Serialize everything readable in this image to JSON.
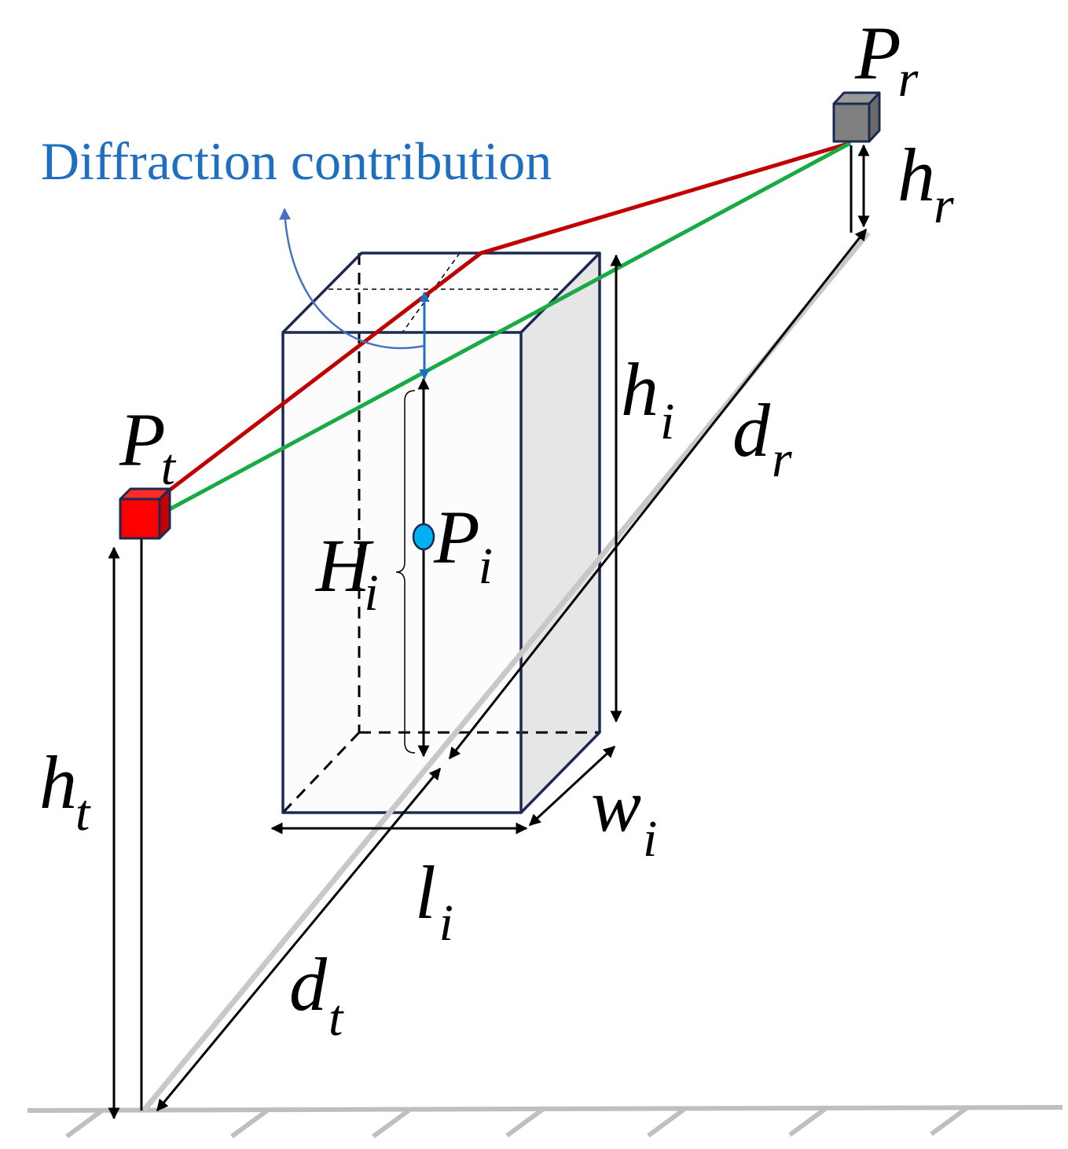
{
  "caption": "Diffraction contribution",
  "colors": {
    "caption": "#1f6fc0",
    "direct_path": "#1aaa44",
    "diffracted_path": "#c00000",
    "transmitter": "#ff0000",
    "receiver": "#808080",
    "scatter_point": "#00b0f0",
    "building_side_face": "#e6e6e6",
    "outline": "#1a2a50",
    "ground": "#bfbfbf"
  },
  "labels": {
    "pt": {
      "base": "P",
      "sub": "t"
    },
    "pr": {
      "base": "P",
      "sub": "r"
    },
    "pi": {
      "base": "P",
      "sub": "i"
    },
    "hr": {
      "base": "h",
      "sub": "r"
    },
    "hi": {
      "base": "h",
      "sub": "i"
    },
    "ht": {
      "base": "h",
      "sub": "t"
    },
    "dr": {
      "base": "d",
      "sub": "r"
    },
    "dt": {
      "base": "d",
      "sub": "t"
    },
    "Hi": {
      "base": "H",
      "sub": "i"
    },
    "wi": {
      "base": "w",
      "sub": "i"
    },
    "li": {
      "base": "l",
      "sub": "i"
    }
  }
}
